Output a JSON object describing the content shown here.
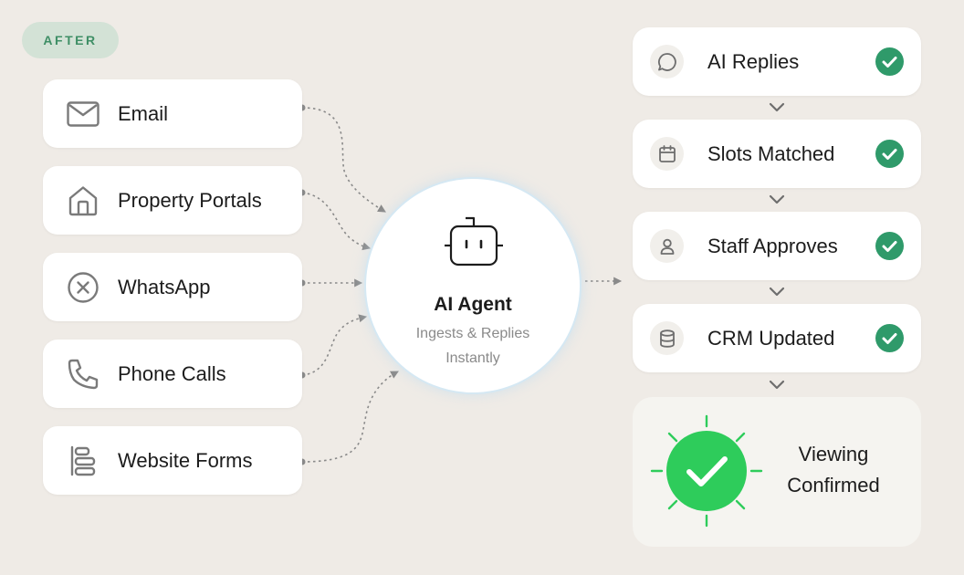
{
  "badge": "AFTER",
  "sources": [
    {
      "label": "Email",
      "icon": "mail-icon"
    },
    {
      "label": "Property Portals",
      "icon": "home-icon"
    },
    {
      "label": "WhatsApp",
      "icon": "close-circle-icon"
    },
    {
      "label": "Phone Calls",
      "icon": "phone-icon"
    },
    {
      "label": "Website Forms",
      "icon": "form-lines-icon"
    }
  ],
  "agent": {
    "title": "AI Agent",
    "subtitle_line1": "Ingests & Replies",
    "subtitle_line2": "Instantly",
    "icon": "robot-icon"
  },
  "steps": [
    {
      "label": "AI Replies",
      "icon": "chat-bubble-icon",
      "done": true
    },
    {
      "label": "Slots Matched",
      "icon": "calendar-icon",
      "done": true
    },
    {
      "label": "Staff Approves",
      "icon": "user-icon",
      "done": true
    },
    {
      "label": "CRM Updated",
      "icon": "database-icon",
      "done": true
    }
  ],
  "final": {
    "line1": "Viewing",
    "line2": "Confirmed",
    "icon": "check-burst-icon"
  },
  "colors": {
    "background": "#efebe6",
    "badge_bg": "#d3e2d6",
    "badge_text": "#3f8f66",
    "check_green": "#2f9a6a",
    "burst_green": "#2ecc5b",
    "connector": "#8a8a8a"
  }
}
